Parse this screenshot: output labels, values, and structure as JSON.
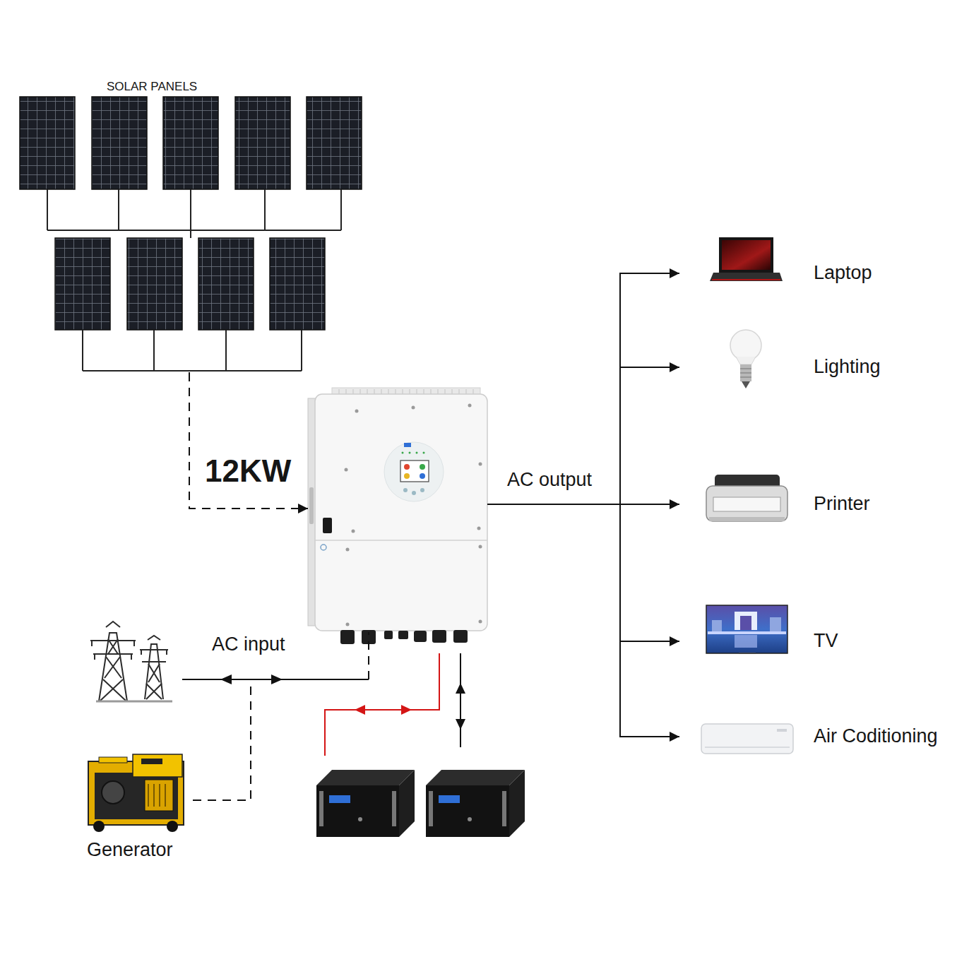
{
  "diagram": {
    "nodes": [
      {
        "text": [
          "SOLAR PANELS"
        ]
      },
      {
        "text": [
          "12KW"
        ]
      },
      {
        "text": [
          "Laptop"
        ]
      },
      {
        "text": [
          "Lighting"
        ]
      },
      {
        "text": [
          "Printer"
        ]
      },
      {
        "text": [
          "TV"
        ]
      },
      {
        "text": [
          "Air Coditioning"
        ]
      },
      {
        "text": [
          "Generator"
        ]
      }
    ],
    "edges": [
      {
        "from": 0,
        "to": 1,
        "arrow": "to"
      },
      {
        "from": 1,
        "to": 2,
        "arrow": "to"
      },
      {
        "from": 1,
        "to": 3,
        "arrow": "to"
      },
      {
        "from": 1,
        "to": 4,
        "arrow": "to"
      },
      {
        "from": 1,
        "to": 5,
        "arrow": "to"
      },
      {
        "from": 1,
        "to": 6,
        "arrow": "to"
      },
      {
        "from": 7,
        "to": 1,
        "arrow": "none"
      }
    ],
    "labels": [
      "AC output",
      "AC input"
    ]
  }
}
